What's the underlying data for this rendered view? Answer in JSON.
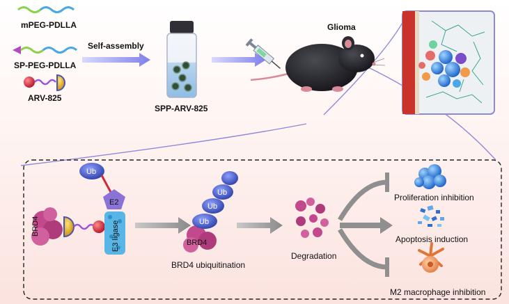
{
  "colors": {
    "background_top": "#ffffff",
    "background_bottom": "#fbe7e3",
    "arrow_blue": "#8e8ff0",
    "arrow_grey": "#8f8f8f",
    "ub_blue": "#4a5fc7",
    "e2_purple": "#8a73d6",
    "e3_cyan": "#58b6e6",
    "brd4_magenta": "#c24a8c",
    "inhibit_grey": "#8f8f8f"
  },
  "polymers": {
    "mpeg": "mPEG-PDLLA",
    "sp_peg": "SP-PEG-PDLLA",
    "arv": "ARV-825"
  },
  "steps": {
    "self_assembly": "Self-assembly",
    "nanoparticle": "SPP-ARV-825",
    "glioma": "Glioma"
  },
  "mechanism": {
    "ub": "Ub",
    "e2": "E2",
    "e3": "E3 ligase",
    "brd4": "BRD4",
    "ubiquitination": "BRD4 ubiquitination",
    "degradation": "Degradation"
  },
  "outcomes": [
    {
      "label": "Proliferation inhibition",
      "icon": "tumor-cluster-icon"
    },
    {
      "label": "Apoptosis induction",
      "icon": "fragmented-cells-icon"
    },
    {
      "label": "M2 macrophage inhibition",
      "icon": "macrophage-icon"
    }
  ]
}
